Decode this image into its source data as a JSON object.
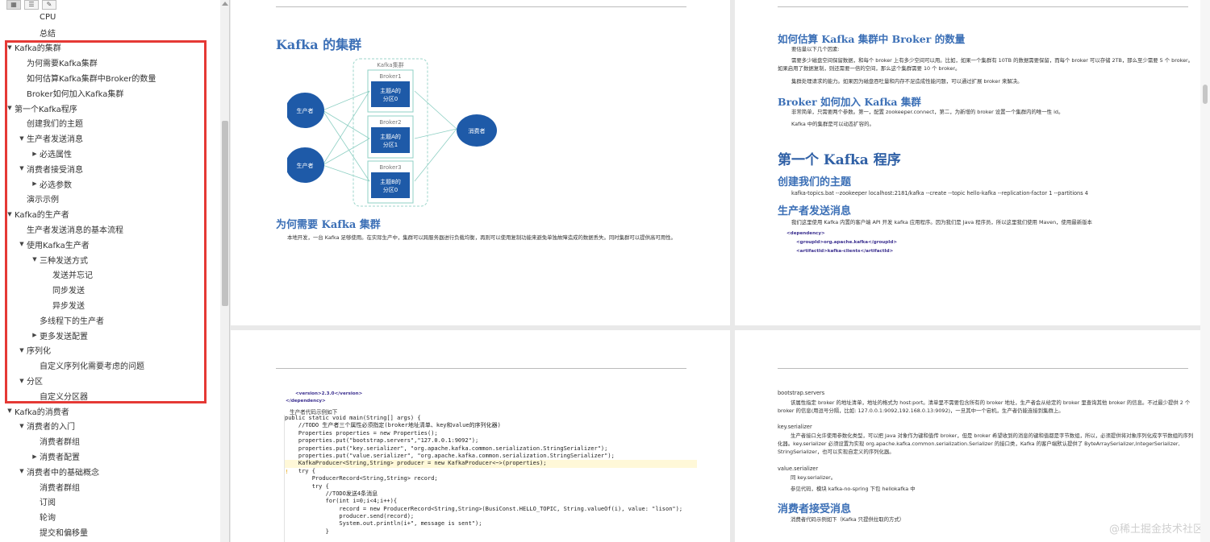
{
  "sidebar": {
    "items": [
      {
        "label": "CPU",
        "level": 2,
        "toggle": "none"
      },
      {
        "label": "总结",
        "level": 2,
        "toggle": "none"
      },
      {
        "label": "Kafka的集群",
        "level": 0,
        "toggle": "expanded"
      },
      {
        "label": "为何需要Kafka集群",
        "level": 1,
        "toggle": "none"
      },
      {
        "label": "如何估算Kafka集群中Broker的数量",
        "level": 1,
        "toggle": "none"
      },
      {
        "label": "Broker如何加入Kafka集群",
        "level": 1,
        "toggle": "none"
      },
      {
        "label": "第一个Kafka程序",
        "level": 0,
        "toggle": "expanded"
      },
      {
        "label": "创建我们的主题",
        "level": 1,
        "toggle": "none"
      },
      {
        "label": "生产者发送消息",
        "level": 1,
        "toggle": "expanded"
      },
      {
        "label": "必选属性",
        "level": 2,
        "toggle": "collapsed"
      },
      {
        "label": "消费者接受消息",
        "level": 1,
        "toggle": "expanded"
      },
      {
        "label": "必选参数",
        "level": 2,
        "toggle": "collapsed"
      },
      {
        "label": "演示示例",
        "level": 1,
        "toggle": "none"
      },
      {
        "label": "Kafka的生产者",
        "level": 0,
        "toggle": "expanded"
      },
      {
        "label": "生产者发送消息的基本流程",
        "level": 1,
        "toggle": "none"
      },
      {
        "label": "使用Kafka生产者",
        "level": 1,
        "toggle": "expanded"
      },
      {
        "label": "三种发送方式",
        "level": 2,
        "toggle": "expanded"
      },
      {
        "label": "发送并忘记",
        "level": 3,
        "toggle": "none"
      },
      {
        "label": "同步发送",
        "level": 3,
        "toggle": "none"
      },
      {
        "label": "异步发送",
        "level": 3,
        "toggle": "none"
      },
      {
        "label": "多线程下的生产者",
        "level": 2,
        "toggle": "none"
      },
      {
        "label": "更多发送配置",
        "level": 2,
        "toggle": "collapsed"
      },
      {
        "label": "序列化",
        "level": 1,
        "toggle": "expanded"
      },
      {
        "label": "自定义序列化需要考虑的问题",
        "level": 2,
        "toggle": "none"
      },
      {
        "label": "分区",
        "level": 1,
        "toggle": "expanded"
      },
      {
        "label": "自定义分区器",
        "level": 2,
        "toggle": "none"
      },
      {
        "label": "Kafka的消费者",
        "level": 0,
        "toggle": "expanded"
      },
      {
        "label": "消费者的入门",
        "level": 1,
        "toggle": "expanded"
      },
      {
        "label": "消费者群组",
        "level": 2,
        "toggle": "none"
      },
      {
        "label": "消费者配置",
        "level": 2,
        "toggle": "collapsed"
      },
      {
        "label": "消费者中的基础概念",
        "level": 1,
        "toggle": "expanded"
      },
      {
        "label": "消费者群组",
        "level": 2,
        "toggle": "none"
      },
      {
        "label": "订阅",
        "level": 2,
        "toggle": "none"
      },
      {
        "label": "轮询",
        "level": 2,
        "toggle": "none"
      },
      {
        "label": "提交和偏移量",
        "level": 2,
        "toggle": "none"
      }
    ]
  },
  "page1": {
    "title": "Kafka 的集群",
    "diagram": {
      "cluster_label": "Kafka集群",
      "producer1": "生产者",
      "producer2": "生产者",
      "consumer": "消费者",
      "broker1": "Broker1",
      "broker1_partition": "主题A的\n分区0",
      "broker2": "Broker2",
      "broker2_partition": "主题A的\n分区1",
      "broker3": "Broker3",
      "broker3_partition": "主题B的\n分区0"
    },
    "section": "为何需要 Kafka 集群",
    "para": "本地开发，一台 Kafka 足够使用。在实际生产中，集群可以跨服务器进行负载均衡，再则可以使用复制功能来避免单独故障造成的数据丢失。同时集群可以提供高可用性。"
  },
  "page2": {
    "h_estimate": "如何估算 Kafka 集群中 Broker 的数量",
    "p1": "要估量以下几个因素:",
    "p2": "需要多少磁盘空间保留数据，和每个 broker 上有多少空间可以用。比如，如果一个集群有 10TB 的数据需要保留，而每个 broker 可以存储 2TB，那么至少需要 5 个 broker。如果启用了数据复制，则还需要一倍的空间，那么这个集群需要 10 个 broker。",
    "p3": "集群处理请求的能力。如果因为磁盘吞吐量和内存不足造成性能问题，可以通过扩展 broker 来解决。",
    "h_join": "Broker 如何加入 Kafka 集群",
    "p4": "非常简单，只需要两个参数。第一，配置 zookeeper.connect，第二，为新增的 broker 设置一个集群内的唯一性 id。",
    "p5": "Kafka 中的集群是可以动态扩容的。",
    "h_first": "第一个 Kafka 程序",
    "h_topic": "创建我们的主题",
    "cmd": "kafka-topics.bat --zookeeper localhost:2181/kafka --create --topic hello-kafka --replication-factor 1 --partitions 4",
    "h_send": "生产者发送消息",
    "p6": "我们这里使用 Kafka 内置的客户端 API 开发 kafka 应用程序。因为我们是 Java 程序员，所以这里我们使用 Maven，使用最新版本",
    "xml1": "<dependency>",
    "xml2": "<groupId>org.apache.kafka</groupId>",
    "xml3": "<artifactId>kafka-clients</artifactId>"
  },
  "page3": {
    "xml_version": "<version>2.3.0</version>",
    "xml_end": "</dependency>",
    "caption": "生产者代码示例如下",
    "code": [
      "public static void main(String[] args) {",
      "    //TODO 生产者三个属性必须指定(broker地址清单、key和value的序列化器)",
      "    Properties properties = new Properties();",
      "    properties.put(\"bootstrap.servers\",\"127.0.0.1:9092\");",
      "    properties.put(\"key.serializer\", \"org.apache.kafka.common.serialization.StringSerializer\");",
      "    properties.put(\"value.serializer\", \"org.apache.kafka.common.serialization.StringSerializer\");",
      "    KafkaProducer<String,String> producer = new KafkaProducer<~>(properties);",
      "    try {",
      "        ProducerRecord<String,String> record;",
      "        try {",
      "            //TODO发送4条消息",
      "            for(int i=0;i<4;i++){",
      "                record = new ProducerRecord<String,String>(BusiConst.HELLO_TOPIC, String.valueOf(i), value: \"lison\");",
      "                producer.send(record);",
      "                System.out.println(i+\", message is sent\");",
      "            }"
    ]
  },
  "page4": {
    "t1": "bootstrap.servers",
    "p1": "该属性指定 broker 的地址清单，地址的格式为 host:port。清单里不需要包含所有的 broker 地址，生产者会从给定的 broker 里查询其他 broker 的信息。不过最少提供 2 个 broker 的信息(用逗号分隔，比如: 127.0.0.1:9092,192.168.0.13:9092)，一旦其中一个宕机，生产者仍能连接到集群上。",
    "t2": "key.serializer",
    "p2": "生产者接口允许使用参数化类型，可以把 Java 对象作为键和值传 broker，但是 broker 希望收到的消息的键和值都是字节数组，所以，必须提供将对象序列化成字节数组的序列化器。key.serializer 必须设置为实现 org.apache.kafka.common.serialization.Serializer 的接口类，Kafka 的客户端默认提供了 ByteArraySerializer,IntegerSerializer, StringSerializer，也可以实现自定义的序列化器。",
    "t3": "value.serializer",
    "p3": "同 key.serializer。",
    "p4": "参见代码，模块 kafka-no-spring 下包 hellokafka 中",
    "h_consume": "消费者接受消息",
    "p5": "消费者代码示例如下（Kafka 只提供拉取的方式）",
    "watermark": "@稀土掘金技术社区"
  },
  "colors": {
    "heading": "#3b6fb6",
    "highlight_border": "#e53935",
    "node_fill": "#1e5aa8",
    "diagram_line": "#8fd0c4"
  }
}
